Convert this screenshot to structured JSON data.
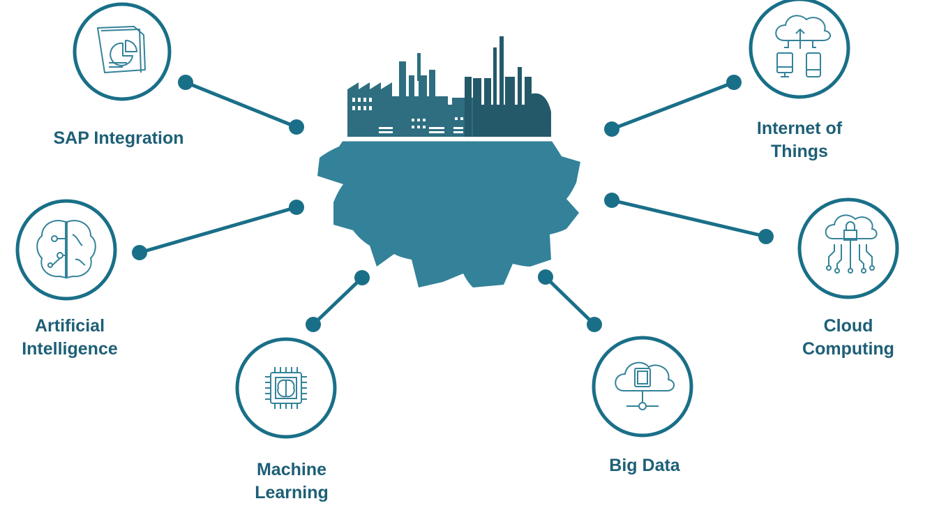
{
  "colors": {
    "primary": "#1a6f88",
    "gear": "#338299",
    "factory_light": "#2e6e80",
    "factory_dark": "#24596a",
    "label": "#1d5f76"
  },
  "nodes": [
    {
      "id": "sap",
      "icon": "document-pie-chart-icon",
      "label_lines": [
        "SAP Integration"
      ]
    },
    {
      "id": "ai",
      "icon": "brain-circuit-icon",
      "label_lines": [
        "Artificial",
        "Intelligence"
      ]
    },
    {
      "id": "ml",
      "icon": "chip-brain-icon",
      "label_lines": [
        "Machine",
        "Learning"
      ]
    },
    {
      "id": "bigdata",
      "icon": "cloud-database-icon",
      "label_lines": [
        "Big Data"
      ]
    },
    {
      "id": "cloud",
      "icon": "cloud-lock-network-icon",
      "label_lines": [
        "Cloud",
        "Computing"
      ]
    },
    {
      "id": "iot",
      "icon": "cloud-devices-icon",
      "label_lines": [
        "Internet of",
        "Things"
      ]
    }
  ]
}
